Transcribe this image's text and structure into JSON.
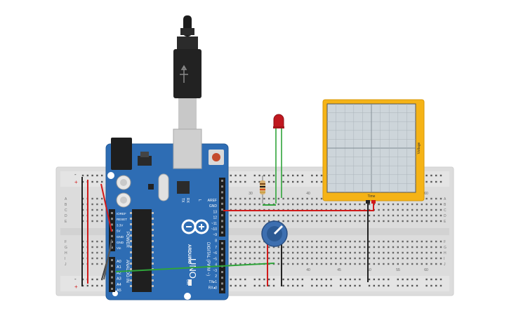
{
  "board": {
    "brand": "ARDUINO",
    "model": "UNO",
    "on_label": "ON",
    "tx_label": "TX",
    "rx_label": "RX",
    "l_label": "L",
    "power_header": "POWER",
    "analog_header": "ANALOG IN",
    "digital_header": "DIGITAL (PWM ~)",
    "power_pins": [
      "IOREF",
      "RESET",
      "3.3V",
      "5V",
      "GND",
      "GND",
      "Vin"
    ],
    "analog_pins": [
      "A0",
      "A1",
      "A2",
      "A3",
      "A4",
      "A5"
    ],
    "digital_top_pins": [
      "AREF",
      "GND",
      "13",
      "12",
      "~11",
      "~10",
      "~9",
      "8"
    ],
    "digital_bottom_pins": [
      "7",
      "~6",
      "~5",
      "4",
      "~3",
      "2",
      "TX▸1",
      "RX◂0"
    ]
  },
  "breadboard": {
    "column_numbers_top": [
      "30",
      "40",
      "60"
    ],
    "column_numbers_bottom": [
      "40",
      "45",
      "50",
      "55",
      "60"
    ],
    "row_letters_top": [
      "A",
      "B",
      "C",
      "D",
      "E"
    ],
    "row_letters_bottom": [
      "F",
      "G",
      "H",
      "I",
      "J"
    ],
    "plus_sign": "+",
    "minus_sign": "-"
  },
  "oscilloscope": {
    "time_label": "Time",
    "voltage_label": "Voltage"
  },
  "colors": {
    "board_blue": "#2e6db4",
    "breadboard": "#dedede",
    "scope_frame": "#f5b316",
    "scope_screen": "#cdd5da",
    "wire_red": "#d11a1a",
    "wire_green": "#2fa43a",
    "wire_black": "#1a1a1a",
    "led_red": "#c0181f",
    "pot_blue": "#3d6fb0"
  },
  "components": [
    "usb-cable",
    "arduino-uno",
    "breadboard",
    "led",
    "resistor",
    "potentiometer",
    "oscilloscope"
  ]
}
